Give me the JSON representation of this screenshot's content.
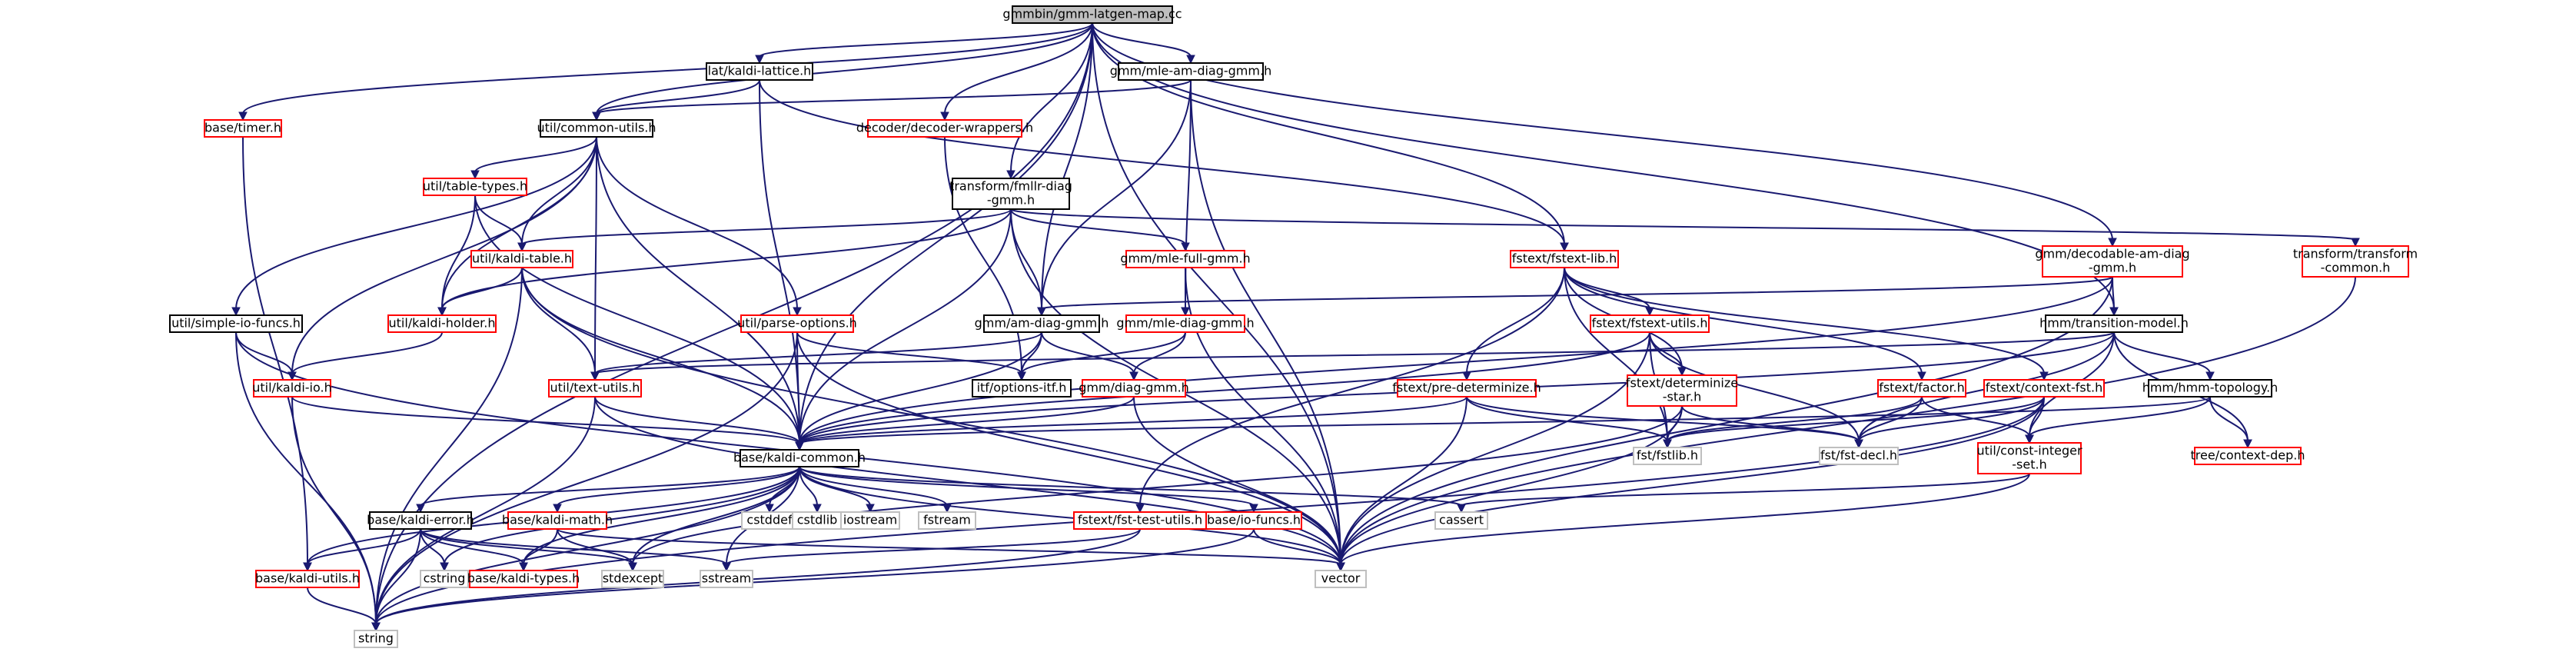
{
  "diagram": {
    "type": "include-dependency-graph",
    "colors": {
      "edge": "#191970",
      "documented_border": "#000000",
      "undocumented_border": "#ff0000",
      "external_border": "#bfbfbf",
      "root_fill": "#bfbfbf"
    },
    "nodes": [
      {
        "id": "root",
        "lines": [
          "gmmbin/gmm-latgen-map.cc"
        ],
        "style": "root"
      },
      {
        "id": "lat_kaldi_lattice",
        "lines": [
          "lat/kaldi-lattice.h"
        ],
        "style": "black"
      },
      {
        "id": "gmm_mle_am_diag",
        "lines": [
          "gmm/mle-am-diag-gmm.h"
        ],
        "style": "black"
      },
      {
        "id": "base_timer",
        "lines": [
          "base/timer.h"
        ],
        "style": "red"
      },
      {
        "id": "util_common_utils",
        "lines": [
          "util/common-utils.h"
        ],
        "style": "black"
      },
      {
        "id": "decoder_wrappers",
        "lines": [
          "decoder/decoder-wrappers.h"
        ],
        "style": "red"
      },
      {
        "id": "util_table_types",
        "lines": [
          "util/table-types.h"
        ],
        "style": "red"
      },
      {
        "id": "transform_fmllr",
        "lines": [
          "transform/fmllr-diag",
          "-gmm.h"
        ],
        "style": "black"
      },
      {
        "id": "util_kaldi_table",
        "lines": [
          "util/kaldi-table.h"
        ],
        "style": "red"
      },
      {
        "id": "gmm_mle_full",
        "lines": [
          "gmm/mle-full-gmm.h"
        ],
        "style": "red"
      },
      {
        "id": "fstext_fstext_lib",
        "lines": [
          "fstext/fstext-lib.h"
        ],
        "style": "red"
      },
      {
        "id": "gmm_decodable",
        "lines": [
          "gmm/decodable-am-diag",
          "-gmm.h"
        ],
        "style": "red"
      },
      {
        "id": "transform_transform_common",
        "lines": [
          "transform/transform",
          "-common.h"
        ],
        "style": "red"
      },
      {
        "id": "util_simple_io",
        "lines": [
          "util/simple-io-funcs.h"
        ],
        "style": "black"
      },
      {
        "id": "util_kaldi_holder",
        "lines": [
          "util/kaldi-holder.h"
        ],
        "style": "red"
      },
      {
        "id": "util_parse_options",
        "lines": [
          "util/parse-options.h"
        ],
        "style": "red"
      },
      {
        "id": "gmm_am_diag",
        "lines": [
          "gmm/am-diag-gmm.h"
        ],
        "style": "black"
      },
      {
        "id": "gmm_mle_diag",
        "lines": [
          "gmm/mle-diag-gmm.h"
        ],
        "style": "red"
      },
      {
        "id": "fstext_fstext_utils",
        "lines": [
          "fstext/fstext-utils.h"
        ],
        "style": "red"
      },
      {
        "id": "hmm_transition_model",
        "lines": [
          "hmm/transition-model.h"
        ],
        "style": "black"
      },
      {
        "id": "util_kaldi_io",
        "lines": [
          "util/kaldi-io.h"
        ],
        "style": "red"
      },
      {
        "id": "util_text_utils",
        "lines": [
          "util/text-utils.h"
        ],
        "style": "red"
      },
      {
        "id": "itf_options",
        "lines": [
          "itf/options-itf.h"
        ],
        "style": "black"
      },
      {
        "id": "gmm_diag_gmm",
        "lines": [
          "gmm/diag-gmm.h"
        ],
        "style": "red"
      },
      {
        "id": "fstext_pre_determinize",
        "lines": [
          "fstext/pre-determinize.h"
        ],
        "style": "red"
      },
      {
        "id": "fstext_determinize_star",
        "lines": [
          "fstext/determinize",
          "-star.h"
        ],
        "style": "red"
      },
      {
        "id": "fstext_factor",
        "lines": [
          "fstext/factor.h"
        ],
        "style": "red"
      },
      {
        "id": "fstext_context_fst",
        "lines": [
          "fstext/context-fst.h"
        ],
        "style": "red"
      },
      {
        "id": "hmm_hmm_topology",
        "lines": [
          "hmm/hmm-topology.h"
        ],
        "style": "black"
      },
      {
        "id": "base_kaldi_common",
        "lines": [
          "base/kaldi-common.h"
        ],
        "style": "black"
      },
      {
        "id": "fst_fstlib",
        "lines": [
          "fst/fstlib.h"
        ],
        "style": "grey"
      },
      {
        "id": "fst_fst_decl",
        "lines": [
          "fst/fst-decl.h"
        ],
        "style": "grey"
      },
      {
        "id": "util_const_integer_set",
        "lines": [
          "util/const-integer",
          "-set.h"
        ],
        "style": "red"
      },
      {
        "id": "tree_context_dep",
        "lines": [
          "tree/context-dep.h"
        ],
        "style": "red"
      },
      {
        "id": "base_kaldi_error",
        "lines": [
          "base/kaldi-error.h"
        ],
        "style": "black"
      },
      {
        "id": "base_kaldi_math",
        "lines": [
          "base/kaldi-math.h"
        ],
        "style": "red"
      },
      {
        "id": "cstddef",
        "lines": [
          "cstddef"
        ],
        "style": "grey"
      },
      {
        "id": "cstdlib",
        "lines": [
          "cstdlib"
        ],
        "style": "grey"
      },
      {
        "id": "iostream",
        "lines": [
          "iostream"
        ],
        "style": "grey"
      },
      {
        "id": "fstream",
        "lines": [
          "fstream"
        ],
        "style": "grey"
      },
      {
        "id": "cassert",
        "lines": [
          "cassert"
        ],
        "style": "grey"
      },
      {
        "id": "fstext_fst_test_utils",
        "lines": [
          "fstext/fst-test-utils.h"
        ],
        "style": "red"
      },
      {
        "id": "base_io_funcs",
        "lines": [
          "base/io-funcs.h"
        ],
        "style": "red"
      },
      {
        "id": "base_kaldi_utils",
        "lines": [
          "base/kaldi-utils.h"
        ],
        "style": "red"
      },
      {
        "id": "cstring",
        "lines": [
          "cstring"
        ],
        "style": "grey"
      },
      {
        "id": "base_kaldi_types",
        "lines": [
          "base/kaldi-types.h"
        ],
        "style": "red"
      },
      {
        "id": "stdexcept",
        "lines": [
          "stdexcept"
        ],
        "style": "grey"
      },
      {
        "id": "sstream",
        "lines": [
          "sstream"
        ],
        "style": "grey"
      },
      {
        "id": "vector",
        "lines": [
          "vector"
        ],
        "style": "grey"
      },
      {
        "id": "string",
        "lines": [
          "string"
        ],
        "style": "grey"
      }
    ],
    "edges": [
      [
        "root",
        "lat_kaldi_lattice"
      ],
      [
        "root",
        "gmm_mle_am_diag"
      ],
      [
        "root",
        "base_timer"
      ],
      [
        "root",
        "util_common_utils"
      ],
      [
        "root",
        "decoder_wrappers"
      ],
      [
        "root",
        "transform_fmllr"
      ],
      [
        "root",
        "fstext_fstext_lib"
      ],
      [
        "root",
        "gmm_decodable"
      ],
      [
        "root",
        "gmm_am_diag"
      ],
      [
        "root",
        "hmm_transition_model"
      ],
      [
        "root",
        "base_kaldi_common"
      ],
      [
        "root",
        "vector"
      ],
      [
        "root",
        "string"
      ],
      [
        "lat_kaldi_lattice",
        "util_common_utils"
      ],
      [
        "lat_kaldi_lattice",
        "fstext_fstext_lib"
      ],
      [
        "lat_kaldi_lattice",
        "base_kaldi_common"
      ],
      [
        "gmm_mle_am_diag",
        "util_common_utils"
      ],
      [
        "gmm_mle_am_diag",
        "gmm_am_diag"
      ],
      [
        "gmm_mle_am_diag",
        "gmm_mle_diag"
      ],
      [
        "gmm_mle_am_diag",
        "vector"
      ],
      [
        "base_timer",
        "base_kaldi_utils"
      ],
      [
        "util_common_utils",
        "util_table_types"
      ],
      [
        "util_common_utils",
        "util_kaldi_table"
      ],
      [
        "util_common_utils",
        "util_simple_io"
      ],
      [
        "util_common_utils",
        "util_kaldi_holder"
      ],
      [
        "util_common_utils",
        "util_parse_options"
      ],
      [
        "util_common_utils",
        "util_kaldi_io"
      ],
      [
        "util_common_utils",
        "util_text_utils"
      ],
      [
        "util_common_utils",
        "base_kaldi_common"
      ],
      [
        "decoder_wrappers",
        "itf_options"
      ],
      [
        "util_table_types",
        "util_kaldi_table"
      ],
      [
        "util_table_types",
        "util_kaldi_holder"
      ],
      [
        "util_table_types",
        "base_kaldi_common"
      ],
      [
        "transform_fmllr",
        "util_kaldi_table"
      ],
      [
        "transform_fmllr",
        "gmm_mle_full"
      ],
      [
        "transform_fmllr",
        "transform_transform_common"
      ],
      [
        "transform_fmllr",
        "util_kaldi_holder"
      ],
      [
        "transform_fmllr",
        "gmm_am_diag"
      ],
      [
        "transform_fmllr",
        "base_kaldi_common"
      ],
      [
        "transform_fmllr",
        "vector"
      ],
      [
        "util_kaldi_table",
        "util_kaldi_holder"
      ],
      [
        "util_kaldi_table",
        "util_text_utils"
      ],
      [
        "util_kaldi_table",
        "base_kaldi_common"
      ],
      [
        "util_kaldi_table",
        "string"
      ],
      [
        "util_kaldi_table",
        "vector"
      ],
      [
        "gmm_mle_full",
        "gmm_mle_diag"
      ],
      [
        "gmm_mle_full",
        "vector"
      ],
      [
        "fstext_fstext_lib",
        "fstext_fstext_utils"
      ],
      [
        "fstext_fstext_lib",
        "fstext_pre_determinize"
      ],
      [
        "fstext_fstext_lib",
        "fstext_determinize_star"
      ],
      [
        "fstext_fstext_lib",
        "fstext_factor"
      ],
      [
        "fstext_fstext_lib",
        "fstext_context_fst"
      ],
      [
        "fstext_fstext_lib",
        "fst_fstlib"
      ],
      [
        "fstext_fstext_lib",
        "fstext_fst_test_utils"
      ],
      [
        "gmm_decodable",
        "gmm_am_diag"
      ],
      [
        "gmm_decodable",
        "hmm_transition_model"
      ],
      [
        "gmm_decodable",
        "base_kaldi_common"
      ],
      [
        "gmm_decodable",
        "vector"
      ],
      [
        "transform_transform_common",
        "vector"
      ],
      [
        "util_simple_io",
        "util_kaldi_io"
      ],
      [
        "util_simple_io",
        "string"
      ],
      [
        "util_simple_io",
        "vector"
      ],
      [
        "util_kaldi_holder",
        "util_kaldi_io"
      ],
      [
        "util_parse_options",
        "itf_options"
      ],
      [
        "util_parse_options",
        "base_kaldi_common"
      ],
      [
        "util_parse_options",
        "string"
      ],
      [
        "util_parse_options",
        "vector"
      ],
      [
        "gmm_am_diag",
        "itf_options"
      ],
      [
        "gmm_am_diag",
        "gmm_diag_gmm"
      ],
      [
        "gmm_am_diag",
        "base_kaldi_common"
      ],
      [
        "gmm_am_diag",
        "util_text_utils"
      ],
      [
        "gmm_mle_diag",
        "gmm_diag_gmm"
      ],
      [
        "gmm_mle_diag",
        "itf_options"
      ],
      [
        "fstext_fstext_utils",
        "fstext_determinize_star"
      ],
      [
        "fstext_fstext_utils",
        "fst_fstlib"
      ],
      [
        "fstext_fstext_utils",
        "fst_fst_decl"
      ],
      [
        "fstext_fstext_utils",
        "base_kaldi_common"
      ],
      [
        "fstext_fstext_utils",
        "vector"
      ],
      [
        "hmm_transition_model",
        "hmm_hmm_topology"
      ],
      [
        "hmm_transition_model",
        "util_const_integer_set"
      ],
      [
        "hmm_transition_model",
        "fst_fst_decl"
      ],
      [
        "hmm_transition_model",
        "tree_context_dep"
      ],
      [
        "hmm_transition_model",
        "base_kaldi_common"
      ],
      [
        "hmm_transition_model",
        "util_text_utils"
      ],
      [
        "util_kaldi_io",
        "base_kaldi_common"
      ],
      [
        "util_kaldi_io",
        "string"
      ],
      [
        "util_text_utils",
        "base_kaldi_common"
      ],
      [
        "util_text_utils",
        "string"
      ],
      [
        "util_text_utils",
        "vector"
      ],
      [
        "gmm_diag_gmm",
        "base_kaldi_common"
      ],
      [
        "gmm_diag_gmm",
        "vector"
      ],
      [
        "fstext_pre_determinize",
        "fst_fstlib"
      ],
      [
        "fstext_pre_determinize",
        "fst_fst_decl"
      ],
      [
        "fstext_pre_determinize",
        "base_kaldi_common"
      ],
      [
        "fstext_pre_determinize",
        "vector"
      ],
      [
        "fstext_determinize_star",
        "fst_fstlib"
      ],
      [
        "fstext_determinize_star",
        "fst_fst_decl"
      ],
      [
        "fstext_determinize_star",
        "vector"
      ],
      [
        "fstext_determinize_star",
        "stdexcept"
      ],
      [
        "fstext_factor",
        "fst_fstlib"
      ],
      [
        "fstext_factor",
        "fst_fst_decl"
      ],
      [
        "fstext_factor",
        "util_const_integer_set"
      ],
      [
        "fstext_context_fst",
        "fst_fstlib"
      ],
      [
        "fstext_context_fst",
        "fst_fst_decl"
      ],
      [
        "fstext_context_fst",
        "util_const_integer_set"
      ],
      [
        "fstext_context_fst",
        "vector"
      ],
      [
        "fstext_context_fst",
        "string"
      ],
      [
        "hmm_hmm_topology",
        "base_kaldi_common"
      ],
      [
        "hmm_hmm_topology",
        "util_const_integer_set"
      ],
      [
        "hmm_hmm_topology",
        "tree_context_dep"
      ],
      [
        "util_const_integer_set",
        "vector"
      ],
      [
        "util_const_integer_set",
        "cassert"
      ],
      [
        "base_kaldi_common",
        "base_kaldi_error"
      ],
      [
        "base_kaldi_common",
        "base_kaldi_math"
      ],
      [
        "base_kaldi_common",
        "cstddef"
      ],
      [
        "base_kaldi_common",
        "cstdlib"
      ],
      [
        "base_kaldi_common",
        "iostream"
      ],
      [
        "base_kaldi_common",
        "fstream"
      ],
      [
        "base_kaldi_common",
        "cassert"
      ],
      [
        "base_kaldi_common",
        "base_io_funcs"
      ],
      [
        "base_kaldi_common",
        "base_kaldi_utils"
      ],
      [
        "base_kaldi_common",
        "cstring"
      ],
      [
        "base_kaldi_common",
        "base_kaldi_types"
      ],
      [
        "base_kaldi_common",
        "stdexcept"
      ],
      [
        "base_kaldi_common",
        "sstream"
      ],
      [
        "base_kaldi_common",
        "vector"
      ],
      [
        "base_kaldi_common",
        "string"
      ],
      [
        "base_kaldi_error",
        "base_kaldi_utils"
      ],
      [
        "base_kaldi_error",
        "cstring"
      ],
      [
        "base_kaldi_error",
        "base_kaldi_types"
      ],
      [
        "base_kaldi_error",
        "stdexcept"
      ],
      [
        "base_kaldi_error",
        "sstream"
      ],
      [
        "base_kaldi_error",
        "string"
      ],
      [
        "base_kaldi_math",
        "base_kaldi_types"
      ],
      [
        "base_kaldi_math",
        "stdexcept"
      ],
      [
        "base_kaldi_math",
        "vector"
      ],
      [
        "fstext_fst_test_utils",
        "sstream"
      ],
      [
        "fstext_fst_test_utils",
        "string"
      ],
      [
        "base_io_funcs",
        "vector"
      ],
      [
        "base_io_funcs",
        "string"
      ],
      [
        "base_kaldi_utils",
        "string"
      ]
    ]
  }
}
